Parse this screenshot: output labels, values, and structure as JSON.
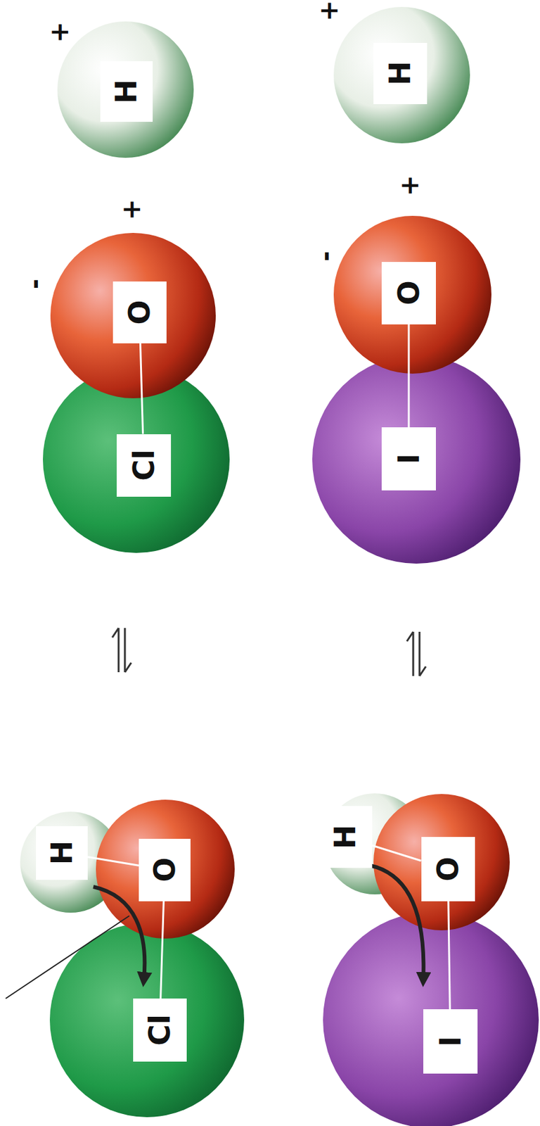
{
  "diagram": {
    "nodes": [
      {
        "text": [
          "H"
        ]
      },
      {
        "text": [
          "O"
        ]
      },
      {
        "text": [
          "Cl"
        ]
      },
      {
        "text": [
          "H"
        ]
      },
      {
        "text": [
          "O"
        ]
      },
      {
        "text": [
          "Cl"
        ]
      },
      {
        "text": [
          "H"
        ]
      },
      {
        "text": [
          "O"
        ]
      },
      {
        "text": [
          "I"
        ]
      },
      {
        "text": [
          "H"
        ]
      },
      {
        "text": [
          "O"
        ]
      },
      {
        "text": [
          "I"
        ]
      }
    ],
    "edges": [
      {
        "from": 1,
        "to": 2,
        "arrow": "none"
      },
      {
        "from": 3,
        "to": 4,
        "arrow": "none"
      },
      {
        "from": 4,
        "to": 5,
        "arrow": "none"
      },
      {
        "from": 7,
        "to": 8,
        "arrow": "none"
      },
      {
        "from": 9,
        "to": 10,
        "arrow": "none"
      },
      {
        "from": 10,
        "to": 11,
        "arrow": "none"
      }
    ],
    "labels": [
      "+",
      "+",
      "-",
      "+",
      "+",
      "-"
    ]
  }
}
